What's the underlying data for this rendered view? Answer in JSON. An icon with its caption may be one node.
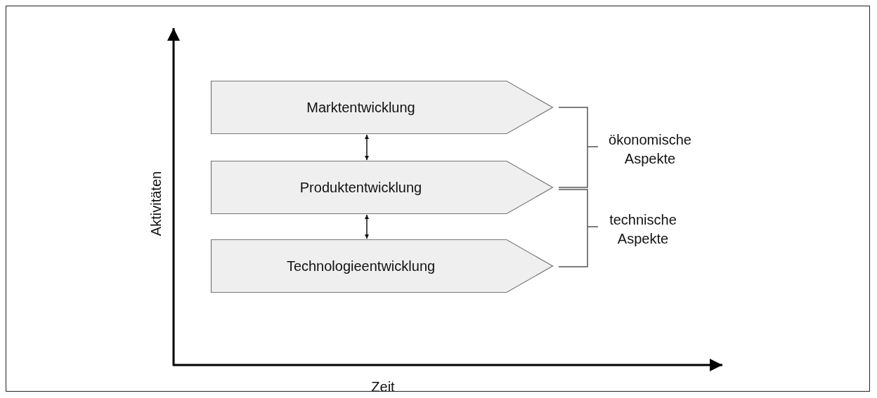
{
  "diagram": {
    "nodes": [
      {
        "text": [
          "Marktentwicklung"
        ]
      },
      {
        "text": [
          "Produktentwicklung"
        ]
      },
      {
        "text": [
          "Technologieentwicklung"
        ]
      }
    ],
    "edges": [
      {
        "from": 0,
        "to": 1,
        "arrow": "both"
      },
      {
        "from": 1,
        "to": 2,
        "arrow": "both"
      }
    ],
    "labels": [
      "ökonomische Aspekte",
      "technische Aspekte",
      "Aktivitäten",
      "Zeit"
    ]
  }
}
